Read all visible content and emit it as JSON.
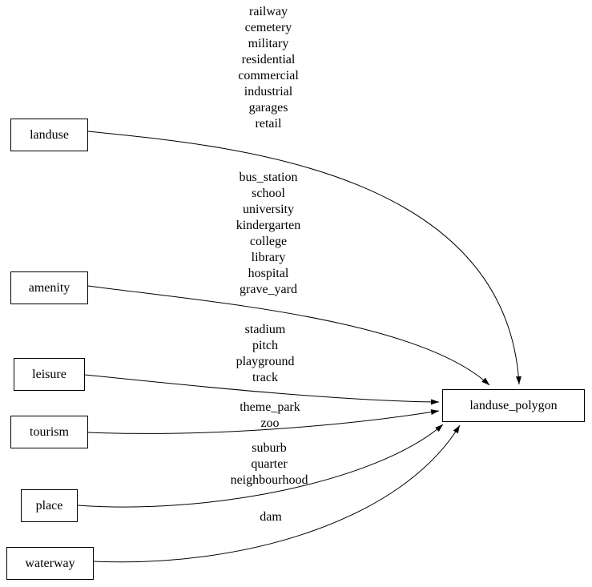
{
  "diagram": {
    "type": "directed-graph",
    "background_color": "#ffffff",
    "node_border_color": "#000000",
    "edge_color": "#000000",
    "text_color": "#000000",
    "target": {
      "label": "landuse_polygon"
    },
    "sources": [
      {
        "label": "landuse",
        "edge_values": "railway\ncemetery\nmilitary\nresidential\ncommercial\nindustrial\ngarages\nretail"
      },
      {
        "label": "amenity",
        "edge_values": "bus_station\nschool\nuniversity\nkindergarten\ncollege\nlibrary\nhospital\ngrave_yard"
      },
      {
        "label": "leisure",
        "edge_values": "stadium\npitch\nplayground\ntrack"
      },
      {
        "label": "tourism",
        "edge_values": "theme_park\nzoo"
      },
      {
        "label": "place",
        "edge_values": "suburb\nquarter\nneighbourhood"
      },
      {
        "label": "waterway",
        "edge_values": "dam"
      }
    ]
  }
}
